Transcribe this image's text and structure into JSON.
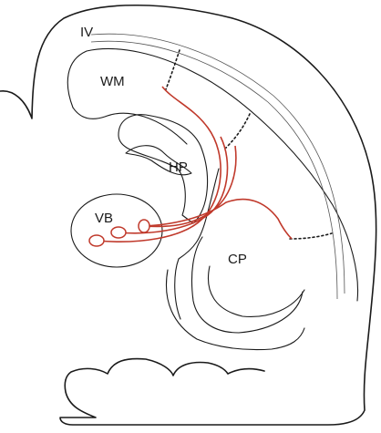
{
  "labels": {
    "layer_iv": "IV",
    "white_matter": "WM",
    "hippocampus": "HP",
    "ventrobasal": "VB",
    "caudate_putamen": "CP"
  },
  "colors": {
    "outline": "#1a1a1a",
    "axons": "#c0392b"
  }
}
